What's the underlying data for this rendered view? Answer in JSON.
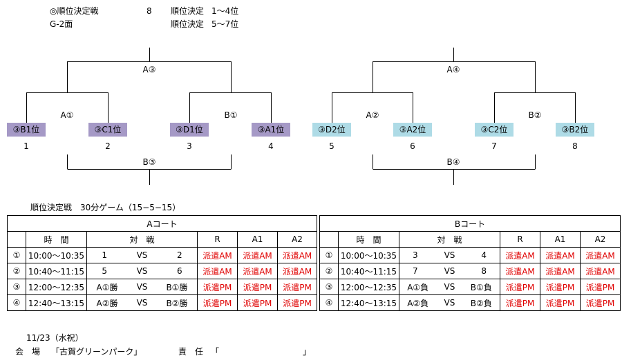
{
  "header": {
    "title": "◎順位決定戦",
    "number": "8",
    "rank1_label": "順位決定",
    "rank1_value": "1〜4位",
    "court": "G-2面",
    "rank2_label": "順位決定",
    "rank2_value": "5〜7位"
  },
  "bracket_left": {
    "top_label": "A③",
    "left_label": "A①",
    "right_label": "B①",
    "bottom_label": "B③",
    "teams": [
      "③B1位",
      "③C1位",
      "③D1位",
      "③A1位"
    ],
    "numbers": [
      "1",
      "2",
      "3",
      "4"
    ]
  },
  "bracket_right": {
    "top_label": "A④",
    "left_label": "A②",
    "right_label": "B②",
    "bottom_label": "B④",
    "teams": [
      "③D2位",
      "③A2位",
      "③C2位",
      "③B2位"
    ],
    "numbers": [
      "5",
      "6",
      "7",
      "8"
    ]
  },
  "schedule": {
    "title": "順位決定戦",
    "format": "30分ゲーム（15−5−15）",
    "court_a": "Aコート",
    "court_b": "Bコート",
    "col_time": "時　間",
    "col_match": "対　戦",
    "col_r": "R",
    "col_a1": "A1",
    "col_a2": "A2",
    "vs": "VS",
    "rows": [
      {
        "no": "①",
        "a_time": "10:00〜10:35",
        "a_left": "1",
        "a_right": "2",
        "a_r": "派遣AM",
        "a_a1": "派遣AM",
        "a_a2": "派遣AM",
        "b_time": "10:00〜10:35",
        "b_left": "3",
        "b_right": "4",
        "b_r": "派遣AM",
        "b_a1": "派遣AM",
        "b_a2": "派遣AM"
      },
      {
        "no": "②",
        "a_time": "10:40〜11:15",
        "a_left": "5",
        "a_right": "6",
        "a_r": "派遣AM",
        "a_a1": "派遣AM",
        "a_a2": "派遣AM",
        "b_time": "10:40〜11:15",
        "b_left": "7",
        "b_right": "8",
        "b_r": "派遣AM",
        "b_a1": "派遣AM",
        "b_a2": "派遣AM"
      },
      {
        "no": "③",
        "a_time": "12:00〜12:35",
        "a_left": "A①勝",
        "a_right": "B①勝",
        "a_r": "派遣PM",
        "a_a1": "派遣PM",
        "a_a2": "派遣PM",
        "b_time": "12:00〜12:35",
        "b_left": "A①負",
        "b_right": "B①負",
        "b_r": "派遣PM",
        "b_a1": "派遣PM",
        "b_a2": "派遣PM"
      },
      {
        "no": "④",
        "a_time": "12:40〜13:15",
        "a_left": "A②勝",
        "a_right": "B②勝",
        "a_r": "派遣PM",
        "a_a1": "派遣PM",
        "a_a2": "派遣PM",
        "b_time": "12:40〜13:15",
        "b_left": "A②負",
        "b_right": "B②負",
        "b_r": "派遣PM",
        "b_a1": "派遣PM",
        "b_a2": "派遣PM"
      }
    ]
  },
  "footer": {
    "date": "11/23（水祝）",
    "venue_label": "会　場",
    "venue_value": "「古賀グリーンパーク」",
    "manager_label": "責　任",
    "manager_open": "「",
    "manager_close": "」"
  }
}
